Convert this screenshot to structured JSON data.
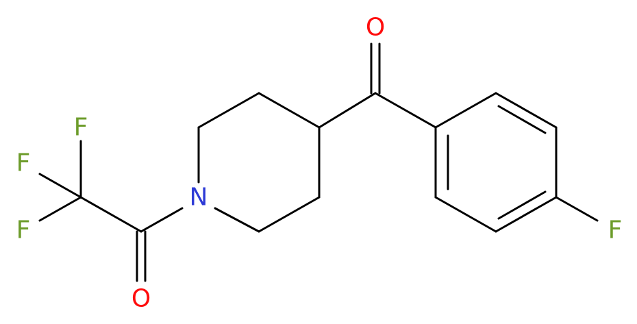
{
  "molecule": {
    "atoms": [
      {
        "id": "F_top",
        "symbol": "F",
        "color": "#6d9c2b"
      },
      {
        "id": "F_left",
        "symbol": "F",
        "color": "#6d9c2b"
      },
      {
        "id": "F_bottom",
        "symbol": "F",
        "color": "#6d9c2b"
      },
      {
        "id": "O_amide",
        "symbol": "O",
        "color": "#ff0d0d"
      },
      {
        "id": "N_ring",
        "symbol": "N",
        "color": "#2d3ad6"
      },
      {
        "id": "O_ketone",
        "symbol": "O",
        "color": "#ff0d0d"
      },
      {
        "id": "F_aryl",
        "symbol": "F",
        "color": "#6d9c2b"
      }
    ],
    "bond_color": "#000000"
  }
}
